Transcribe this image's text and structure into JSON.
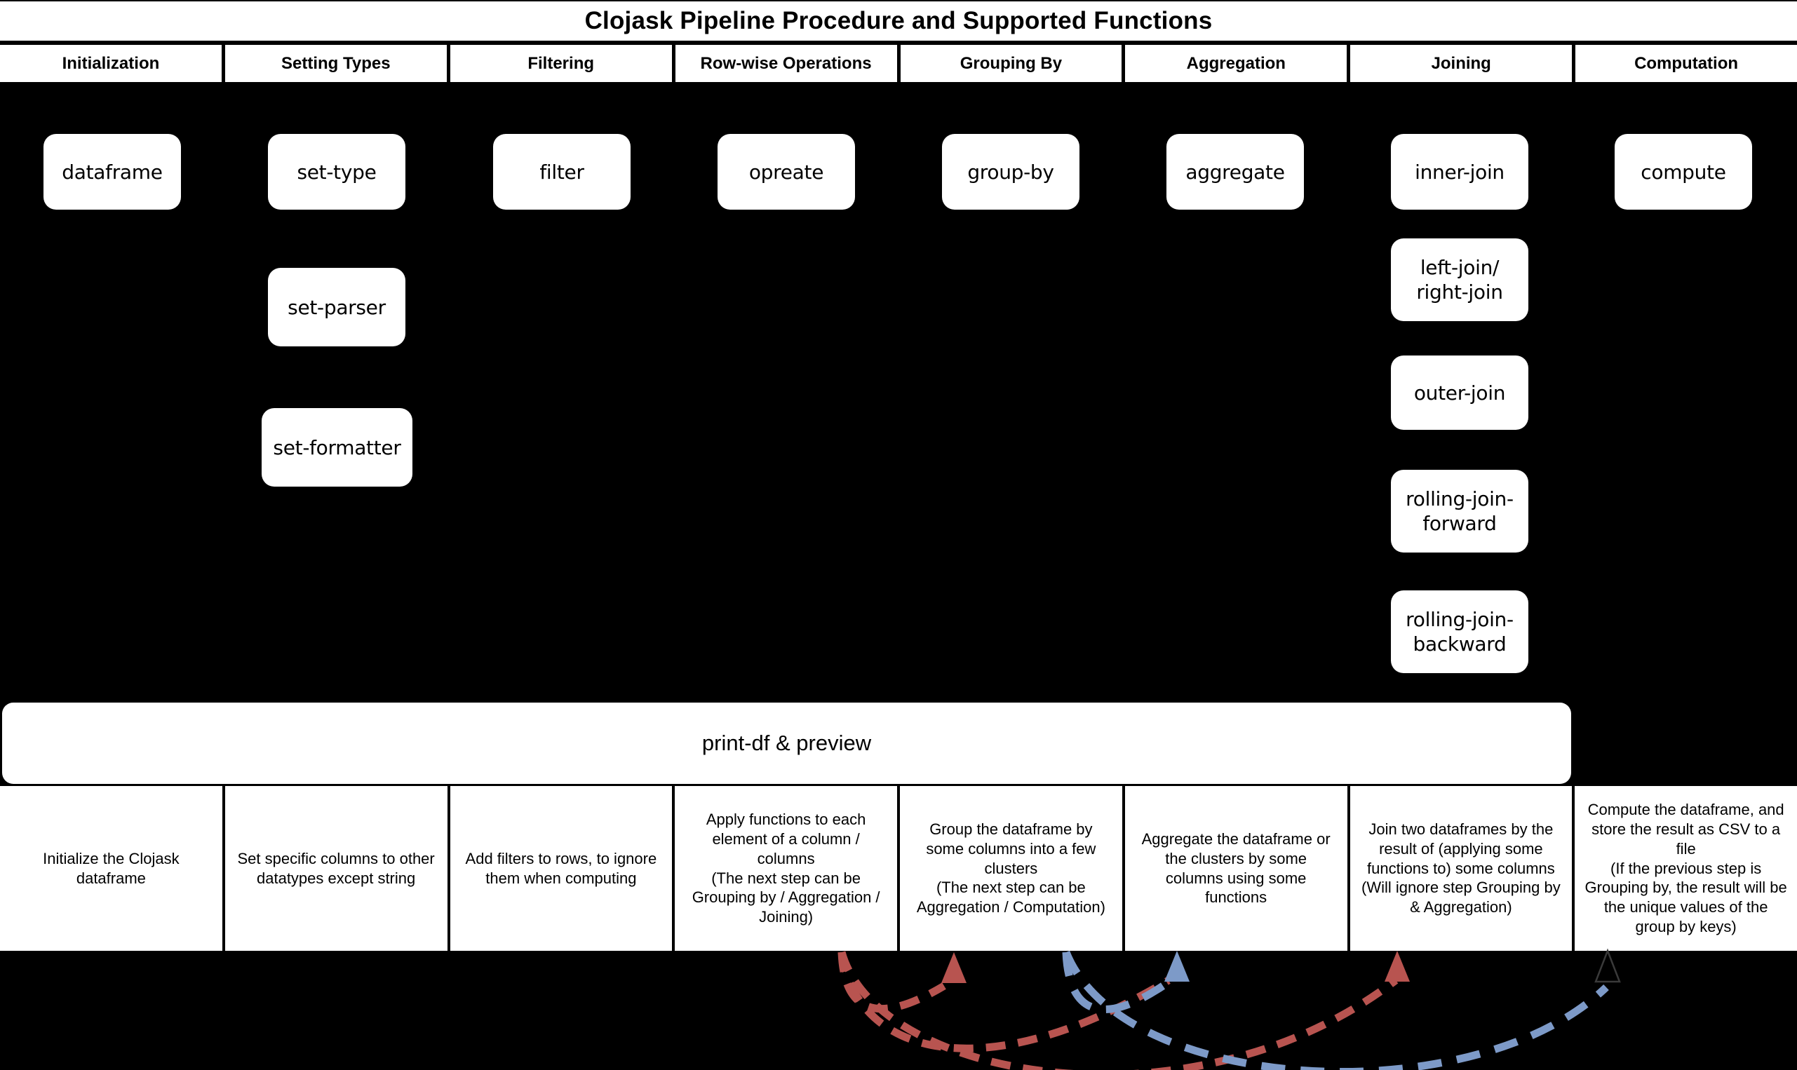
{
  "title": "Clojask Pipeline Procedure and Supported Functions",
  "columns": [
    {
      "header": "Initialization",
      "boxes": [
        "dataframe"
      ],
      "description": "Initialize the Clojask\ndataframe"
    },
    {
      "header": "Setting Types",
      "boxes": [
        "set-type",
        "set-parser",
        "set-formatter"
      ],
      "description": "Set specific columns to other\ndatatypes except string"
    },
    {
      "header": "Filtering",
      "boxes": [
        "filter"
      ],
      "description": "Add filters to rows, to ignore\nthem when computing"
    },
    {
      "header": "Row-wise Operations",
      "boxes": [
        "opreate"
      ],
      "description": "Apply functions to each\nelement of a column /\ncolumns\n(The next step can be\nGrouping by / Aggregation /\nJoining)"
    },
    {
      "header": "Grouping By",
      "boxes": [
        "group-by"
      ],
      "description": "Group the dataframe by\nsome columns into a few\nclusters\n(The next step can be\nAggregation / Computation)"
    },
    {
      "header": "Aggregation",
      "boxes": [
        "aggregate"
      ],
      "description": "Aggregate the dataframe or\nthe clusters by some\ncolumns using some\nfunctions"
    },
    {
      "header": "Joining",
      "boxes": [
        "inner-join",
        "left-join/\nright-join",
        "outer-join",
        "rolling-join-\nforward",
        "rolling-join-\nbackward"
      ],
      "description": "Join two dataframes by the\nresult of (applying some\nfunctions to) some columns\n(Will ignore step Grouping by\n& Aggregation)"
    },
    {
      "header": "Computation",
      "boxes": [
        "compute"
      ],
      "description": "Compute the dataframe, and\nstore the result as CSV to a\nfile\n(If the previous step is\nGrouping by, the result will be\nthe unique values of the\ngroup by keys)"
    }
  ],
  "print_bar_label": "print-df & preview",
  "colors": {
    "red_arrow": "#b85450",
    "blue_arrow": "#7d9ac8",
    "dark_arrow": "#3a3a3a"
  },
  "arrows": [
    {
      "from": "Row-wise Operations",
      "to": "Grouping By",
      "color": "red"
    },
    {
      "from": "Row-wise Operations",
      "to": "Aggregation",
      "color": "red"
    },
    {
      "from": "Row-wise Operations",
      "to": "Joining",
      "color": "red"
    },
    {
      "from": "Grouping By",
      "to": "Aggregation",
      "color": "blue"
    },
    {
      "from": "Grouping By",
      "to": "Computation",
      "color": "blue"
    }
  ]
}
